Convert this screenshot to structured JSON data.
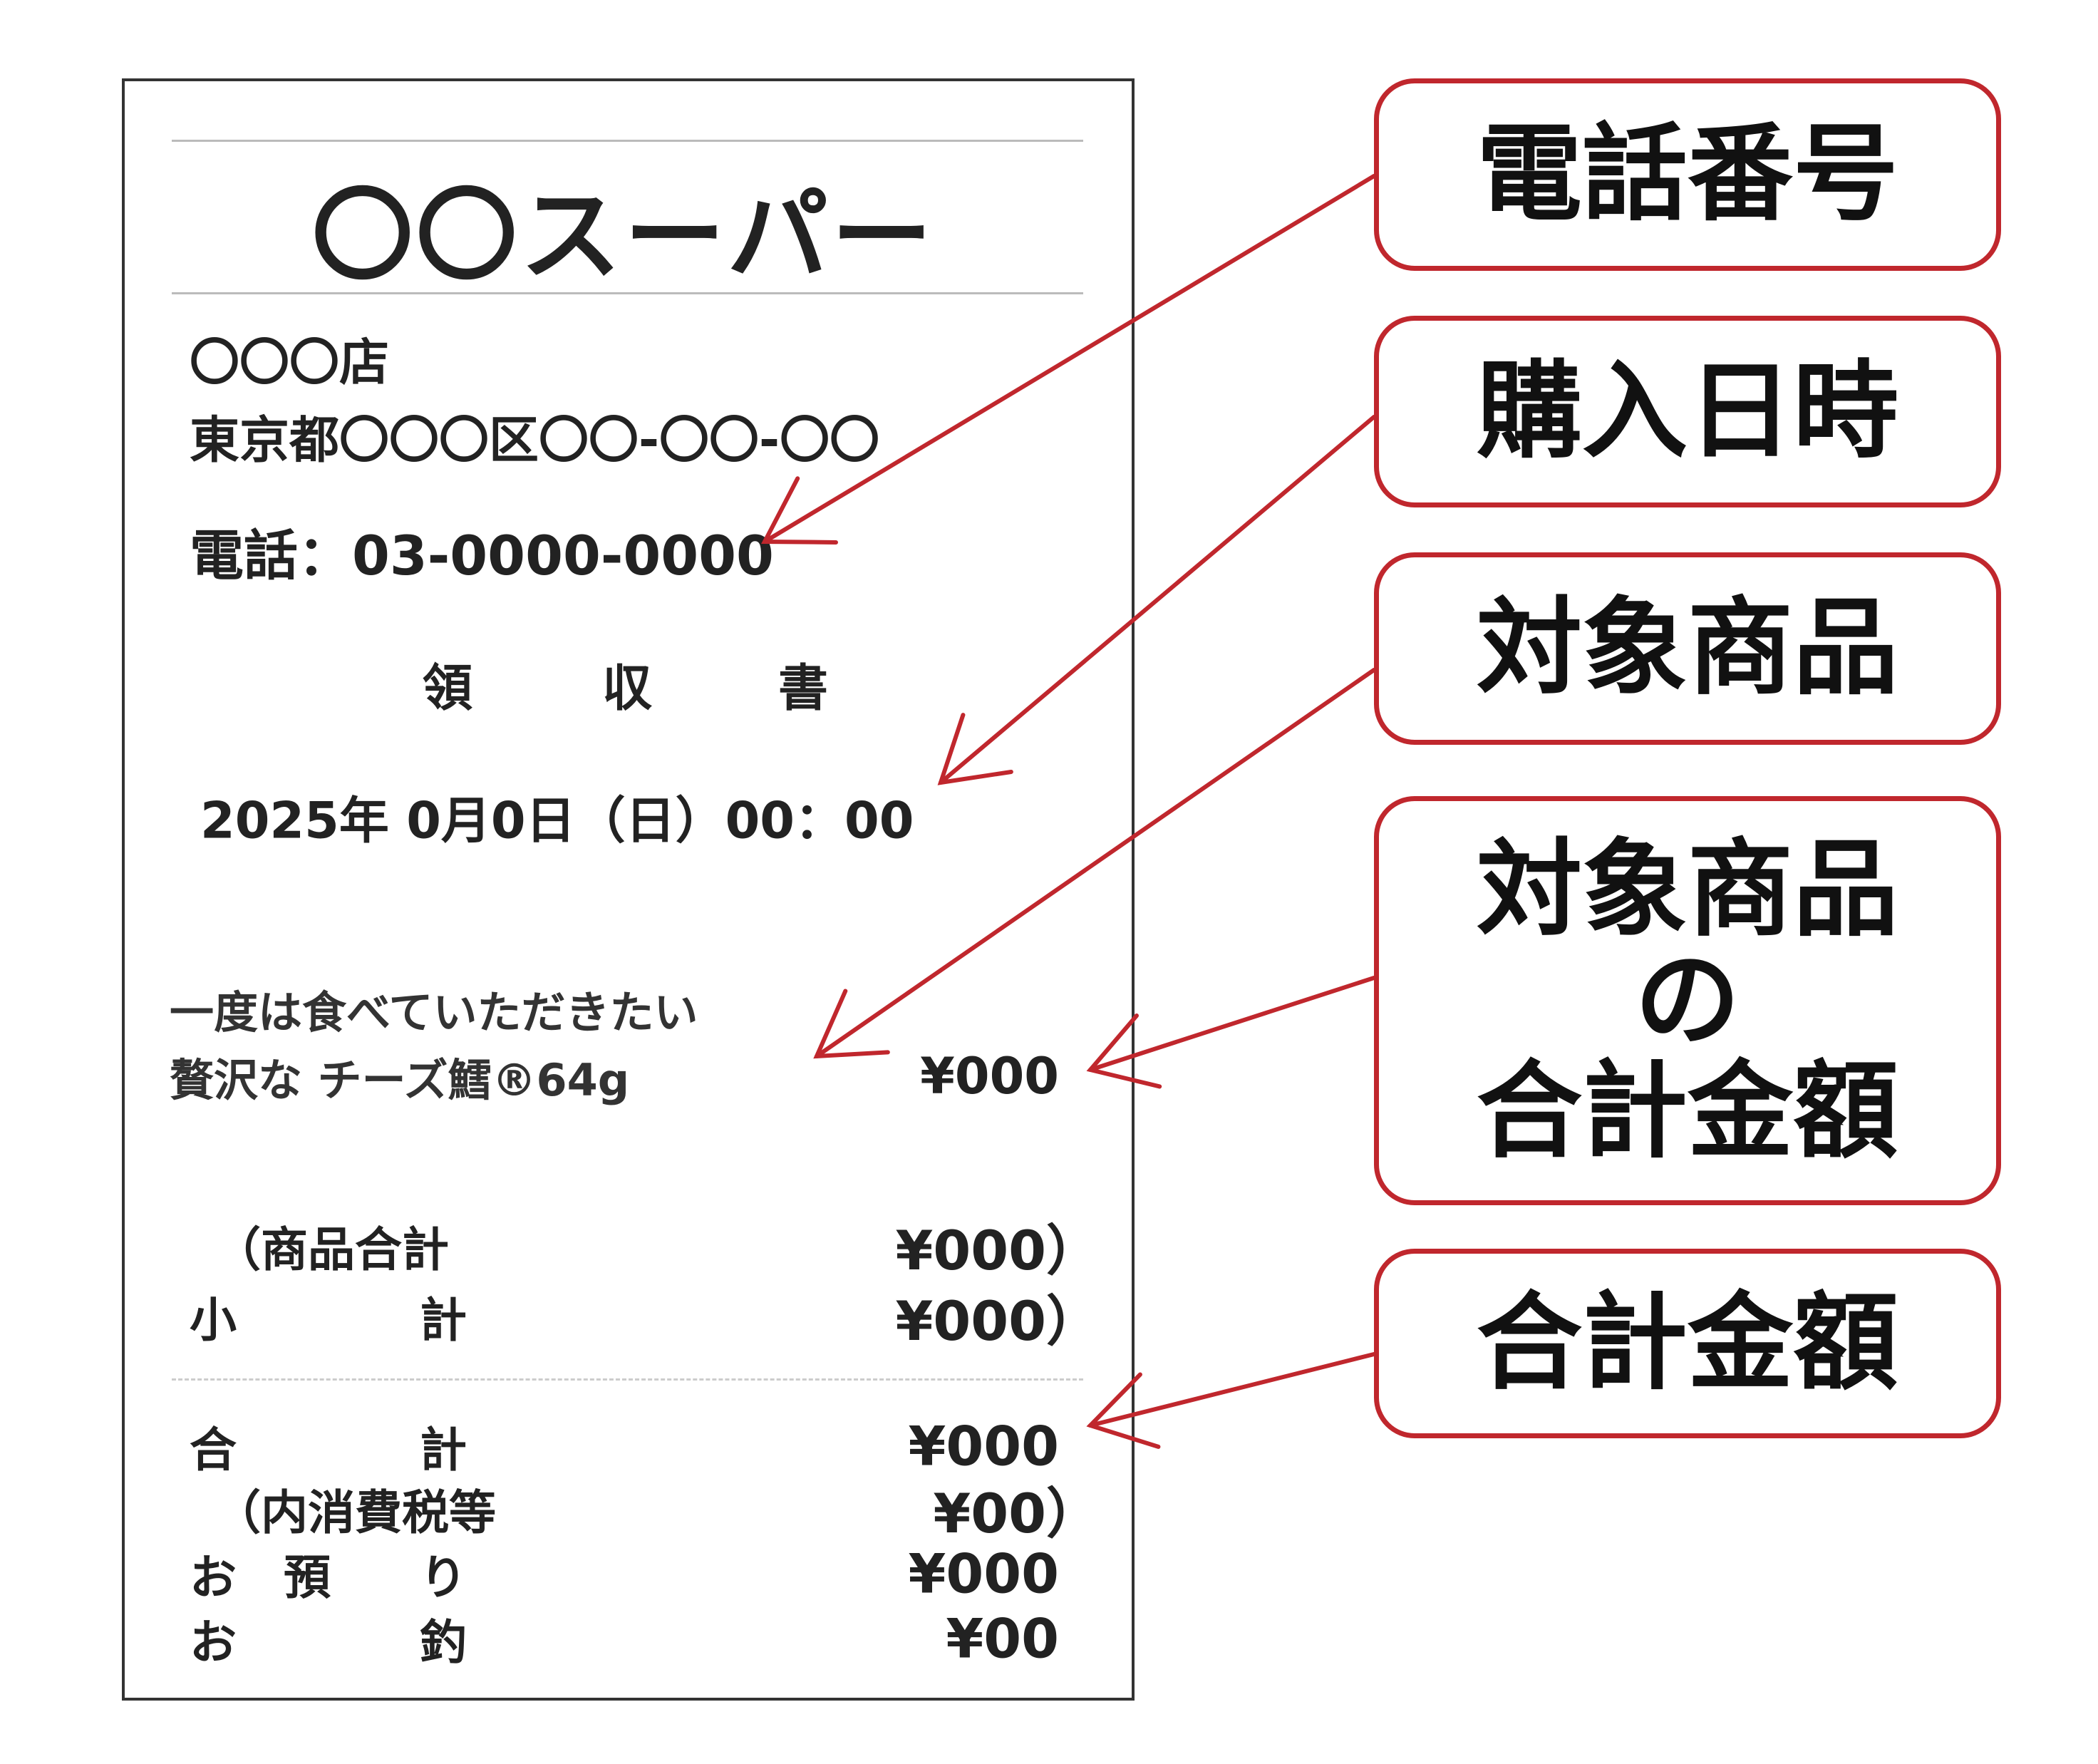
{
  "receipt": {
    "store_name": "〇〇スーパー",
    "branch": "〇〇〇店",
    "address": "東京都〇〇〇区〇〇-〇〇-〇〇",
    "phone": "電話：03-0000-0000",
    "doc_title": [
      "領",
      "収",
      "書"
    ],
    "datetime": "2025年 0月0日（日）00：00",
    "item": {
      "line1": "一度は食べていただきたい",
      "line2": "贅沢な チーズ鱈®64g",
      "price": "¥000"
    },
    "rows": [
      {
        "label_left": "（商品合計",
        "label_right": "",
        "value": "¥000）"
      },
      {
        "label_left": "小",
        "label_right": "計",
        "value": "¥000）"
      },
      {
        "label_left": "合",
        "label_right": "計",
        "value": "¥000"
      },
      {
        "label_left": "（内消費税等",
        "label_right": "",
        "value": "¥00）"
      },
      {
        "label_left": "お　預",
        "label_right": "り",
        "value": "¥000"
      },
      {
        "label_left": "お",
        "label_right": "釣",
        "value": "¥00"
      }
    ]
  },
  "callouts": [
    "電話番号",
    "購入日時",
    "対象商品",
    "対象商品\nの\n合計金額",
    "合計金額"
  ],
  "colors": {
    "accent": "#c0272d"
  }
}
